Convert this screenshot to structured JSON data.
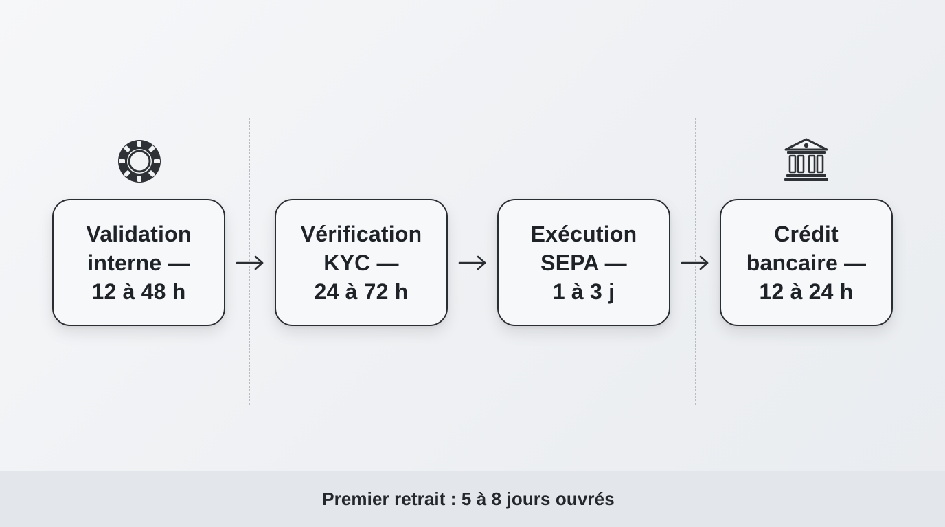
{
  "steps": [
    {
      "lines": [
        "Validation",
        "interne —",
        "12 à 48 h"
      ],
      "icon": "casino-chip-icon"
    },
    {
      "lines": [
        "Vérification",
        "KYC —",
        "24 à 72 h"
      ]
    },
    {
      "lines": [
        "Exécution",
        "SEPA —",
        "1 à 3 j"
      ]
    },
    {
      "lines": [
        "Crédit",
        "bancaire —",
        "12 à 24 h"
      ],
      "icon": "bank-icon"
    }
  ],
  "footer": {
    "text": "Premier retrait : 5 à 8 jours ouvrés"
  },
  "colors": {
    "box_border": "#2a2d31",
    "box_fill": "#f7f8fa",
    "text": "#1f2328",
    "divider": "#b9bdc3",
    "footer_bg": "#e3e6ea"
  }
}
